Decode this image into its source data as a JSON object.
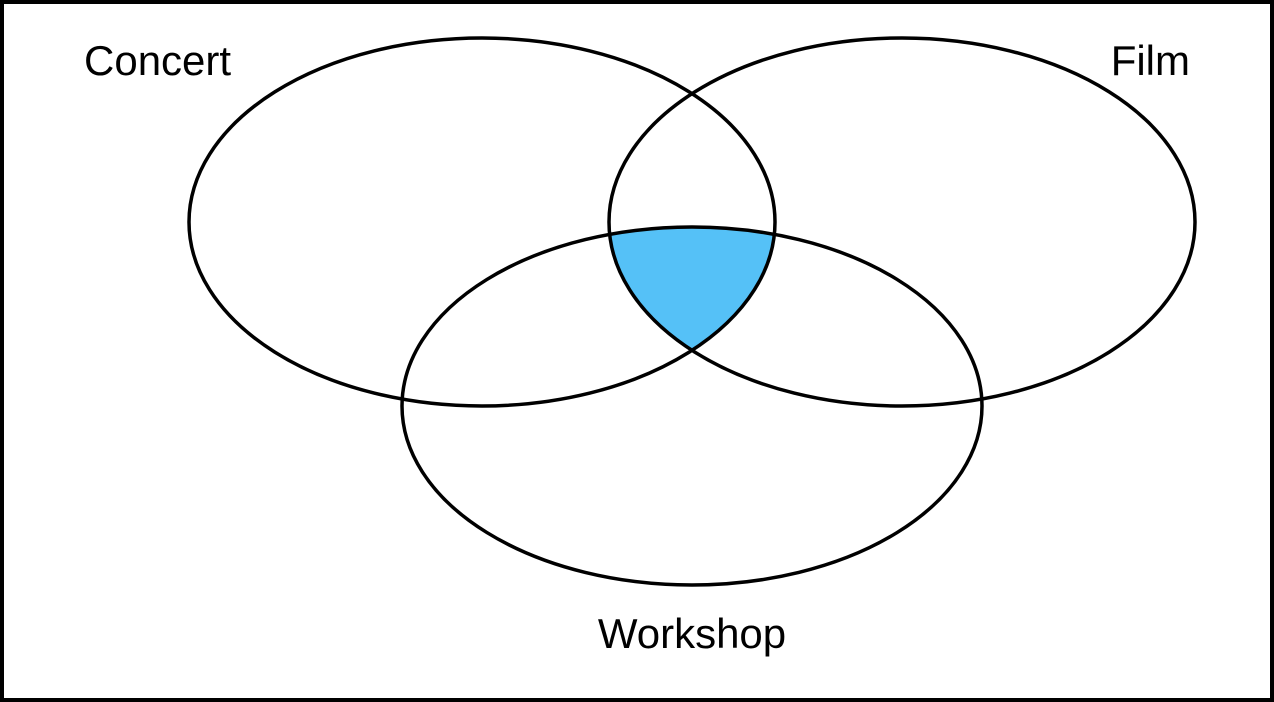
{
  "diagram": {
    "type": "venn",
    "sets": [
      {
        "label": "Concert",
        "position": "top-left"
      },
      {
        "label": "Film",
        "position": "top-right"
      },
      {
        "label": "Workshop",
        "position": "bottom-center"
      }
    ],
    "highlighted_region": "Concert ∩ Film ∩ Workshop (center triple overlap)",
    "colors": {
      "highlight_fill": "#55C1F7",
      "outline": "#000000",
      "background": "#FFFFFF",
      "frame_border": "#000000"
    }
  }
}
